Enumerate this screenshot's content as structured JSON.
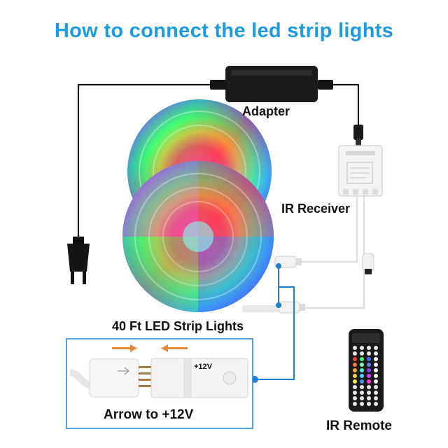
{
  "title": "How to connect the led  strip lights",
  "labels": {
    "adapter": "Adapter",
    "ir_receiver": "IR Receiver",
    "strip": "40 Ft LED Strip Lights",
    "arrow_hint": "Arrow to +12V",
    "ir_remote": "IR Remote",
    "plus12v": "+12V"
  },
  "colors": {
    "title": "#1d9be0",
    "connector_line": "#1d7fd6",
    "arrow": "#e8893a",
    "cable": "#111111"
  }
}
